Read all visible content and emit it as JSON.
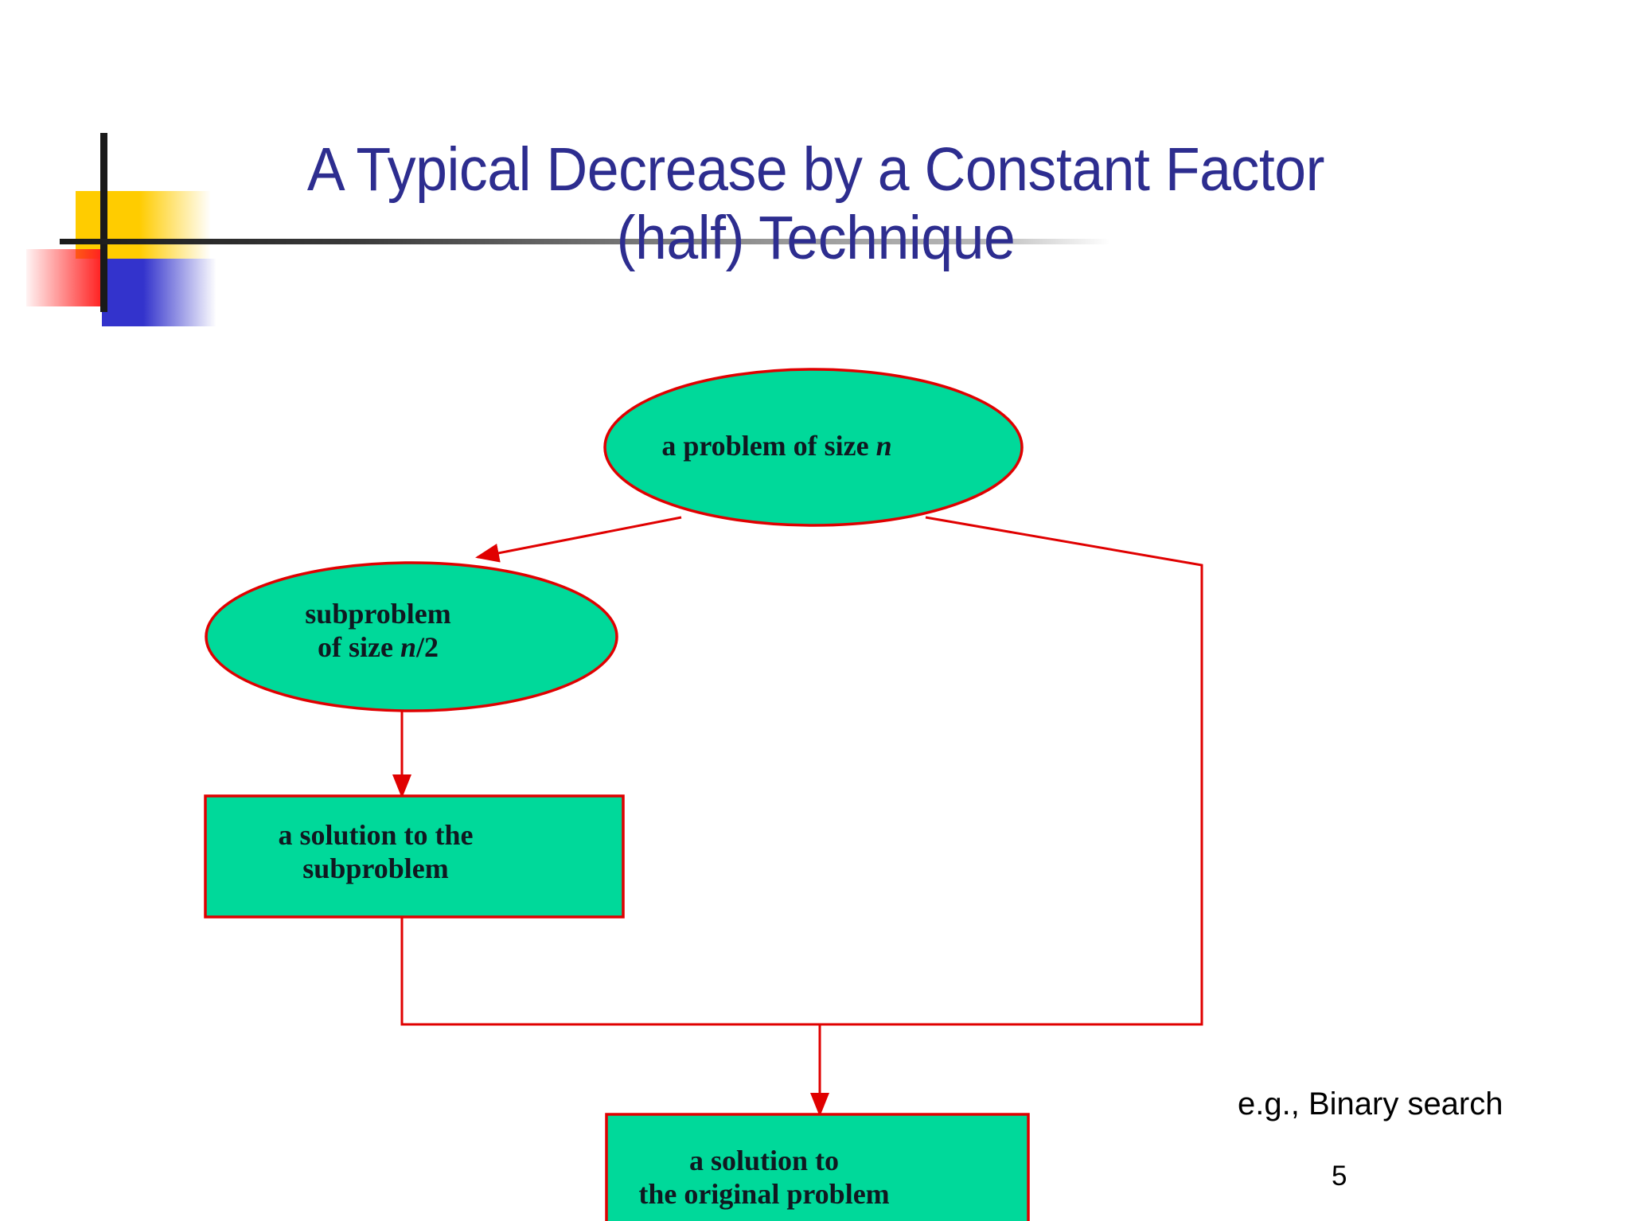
{
  "slide": {
    "title_line1": "A Typical Decrease by a Constant Factor",
    "title_line2": "(half) Technique",
    "title_full": "A Typical Decrease by a Constant Factor\n(half) Technique",
    "page_number": "5",
    "note": "e.g., Binary search",
    "colors": {
      "title": "#2d2d8f",
      "node_fill": "#00d99a",
      "node_stroke": "#e00000",
      "node_text": "#101820",
      "logo_yellow": "#ffcc00",
      "logo_red": "#ff2020",
      "logo_blue": "#3333cc",
      "rule": "#9a9a9a"
    }
  },
  "diagram": {
    "type": "flowchart",
    "nodes": [
      {
        "id": "problem",
        "shape": "ellipse",
        "label": "a problem of size n",
        "label_html": "a problem of size <em>n</em>"
      },
      {
        "id": "subproblem",
        "shape": "ellipse",
        "label": "subproblem\nof size n/2",
        "label_html": "subproblem<br>of size <em>n</em>/2"
      },
      {
        "id": "sol-sub",
        "shape": "rectangle",
        "label": "a solution to the\nsubproblem",
        "label_html": "a solution to the<br>subproblem"
      },
      {
        "id": "sol-original",
        "shape": "rectangle",
        "label": "a solution to\nthe original problem",
        "label_html": "a solution to<br>the original problem"
      }
    ],
    "edges": [
      {
        "from": "problem",
        "to": "subproblem",
        "style": "arrow"
      },
      {
        "from": "subproblem",
        "to": "sol-sub",
        "style": "arrow"
      },
      {
        "from": "sol-sub",
        "to": "sol-original",
        "style": "arrow"
      },
      {
        "from": "problem",
        "to": "sol-original",
        "style": "arrow-right-path"
      },
      {
        "from": "problem",
        "to": "problem",
        "style": "dashed-split"
      }
    ]
  },
  "icons": {
    "logo": "powerpoint-design-blocks-icon",
    "divider": "title-rule"
  }
}
